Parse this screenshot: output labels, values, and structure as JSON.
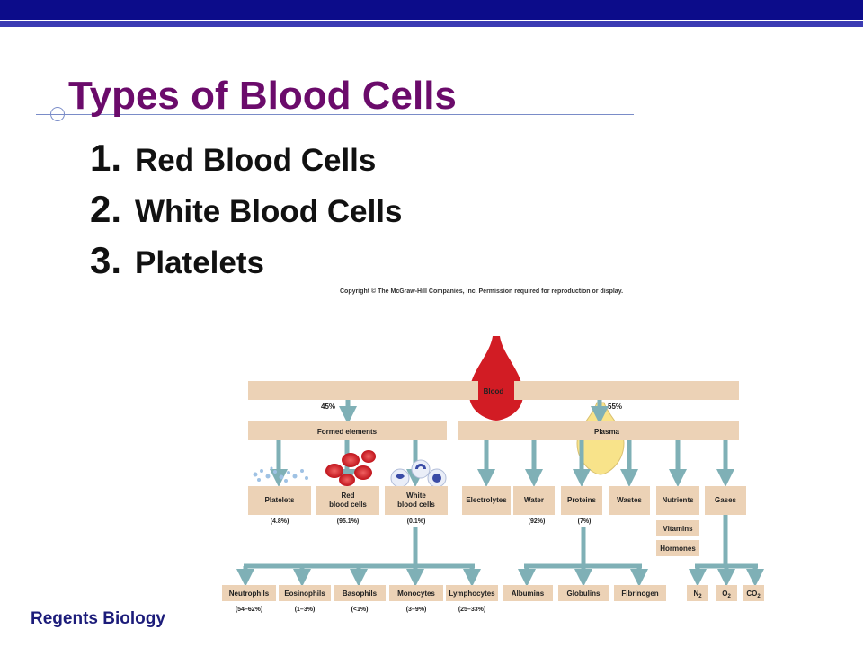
{
  "slide": {
    "title": "Types of Blood Cells",
    "items": [
      {
        "num": "1.",
        "label": "Red Blood Cells"
      },
      {
        "num": "2.",
        "label": "White Blood Cells"
      },
      {
        "num": "3.",
        "label": "Platelets"
      }
    ],
    "footer": "Regents Biology"
  },
  "figure": {
    "copyright": "Copyright © The McGraw-Hill Companies, Inc. Permission required for reproduction or display.",
    "blood": "Blood",
    "formed_pct": "45%",
    "plasma_pct": "55%",
    "formed": "Formed elements",
    "plasma": "Plasma",
    "platelets": "Platelets",
    "platelets_pct": "(4.8%)",
    "rbc_line1": "Red",
    "rbc_line2": "blood cells",
    "rbc_pct": "(95.1%)",
    "wbc_line1": "White",
    "wbc_line2": "blood cells",
    "wbc_pct": "(0.1%)",
    "electrolytes": "Electrolytes",
    "water": "Water",
    "water_pct": "(92%)",
    "proteins": "Proteins",
    "proteins_pct": "(7%)",
    "wastes": "Wastes",
    "nutrients": "Nutrients",
    "gases": "Gases",
    "vitamins": "Vitamins",
    "hormones": "Hormones",
    "neutrophils": "Neutrophils",
    "neutrophils_pct": "(54–62%)",
    "eosinophils": "Eosinophils",
    "eosinophils_pct": "(1–3%)",
    "basophils": "Basophils",
    "basophils_pct": "(<1%)",
    "monocytes": "Monocytes",
    "monocytes_pct": "(3–9%)",
    "lymphocytes": "Lymphocytes",
    "lymphocytes_pct": "(25–33%)",
    "albumins": "Albumins",
    "globulins": "Globulins",
    "fibrinogen": "Fibrinogen",
    "n2": "N",
    "o2": "O",
    "co2": "CO",
    "sub2": "2",
    "colors": {
      "box": "#ecd2b6",
      "arrow": "#7fb0b6",
      "blood": "#d21c24",
      "plasma": "#f8e38a",
      "title": "#6b0b6b"
    }
  }
}
